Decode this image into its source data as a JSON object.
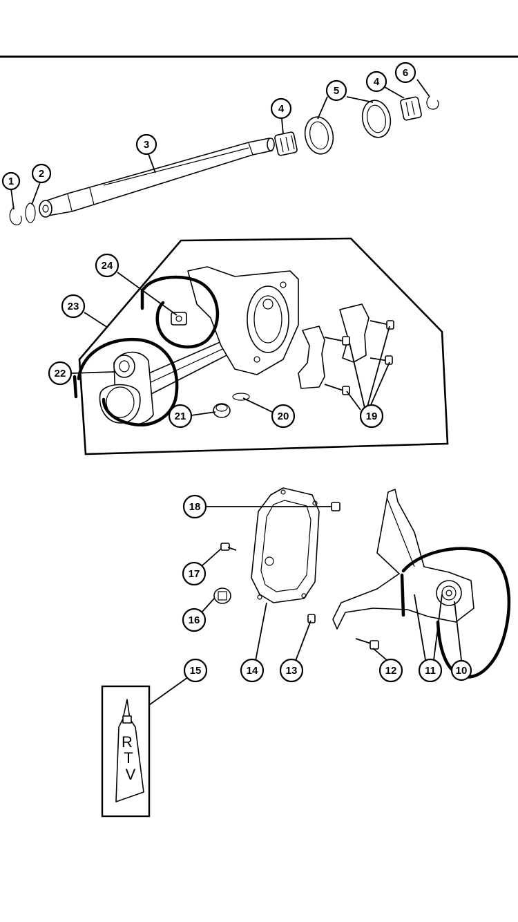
{
  "callouts": {
    "c1": "1",
    "c2": "2",
    "c3": "3",
    "c4a": "4",
    "c4b": "4",
    "c5": "5",
    "c6": "6",
    "c10": "10",
    "c11": "11",
    "c12": "12",
    "c13": "13",
    "c14": "14",
    "c15": "15",
    "c16": "16",
    "c17": "17",
    "c18": "18",
    "c19": "19",
    "c20": "20",
    "c21": "21",
    "c22": "22",
    "c23": "23",
    "c24": "24"
  },
  "rtv_tube": {
    "letters": [
      "R",
      "T",
      "V"
    ]
  },
  "colors": {
    "ink": "#000000",
    "background": "#ffffff"
  },
  "icons": [
    "axle-shaft",
    "snap-ring",
    "bearing",
    "bearing-cup",
    "differential-housing",
    "differential-cover",
    "bracket",
    "bolt",
    "rtv-tube"
  ]
}
